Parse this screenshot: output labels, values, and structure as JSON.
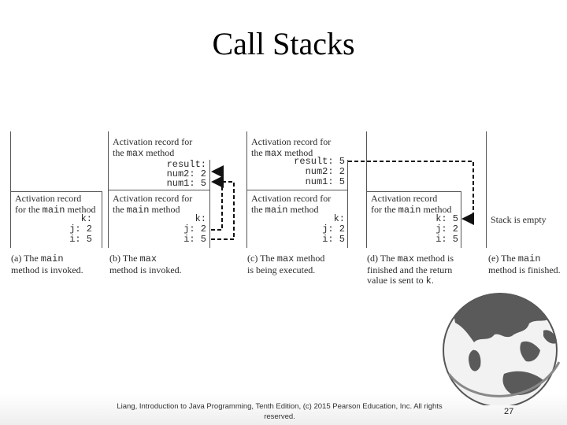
{
  "slide": {
    "title": "Call Stacks",
    "footer": "Liang, Introduction to Java Programming, Tenth Edition, (c) 2015 Pearson Education, Inc. All rights reserved.",
    "page_number": "27"
  },
  "diagram": {
    "max_record_label": [
      "Activation record for",
      "the max method"
    ],
    "main_record_label": [
      "Activation record",
      "for the main method"
    ],
    "main_record_label_alt": [
      "Activation record for",
      "the main method"
    ],
    "vars": {
      "result": "result:",
      "result_val": "5",
      "num2": "num2:",
      "num2_val": "2",
      "num1": "num1:",
      "num1_val": "5",
      "k": "k:",
      "k_val": "5",
      "j": "j:",
      "j_val": "2",
      "i": "i:",
      "i_val": "5"
    },
    "stack_empty": "Stack is empty",
    "captions": {
      "a": [
        "(a) The main",
        "method is invoked."
      ],
      "b": [
        "(b) The max",
        "method is invoked."
      ],
      "c": [
        "(c) The max method",
        "is being executed."
      ],
      "d": [
        "(d) The max method is",
        "finished and the return",
        "value is sent to k."
      ],
      "e": [
        "(e) The main",
        "method is finished."
      ]
    }
  },
  "colors": {
    "line": "#555555",
    "text": "#2a2a2a",
    "globe": "#555555"
  }
}
